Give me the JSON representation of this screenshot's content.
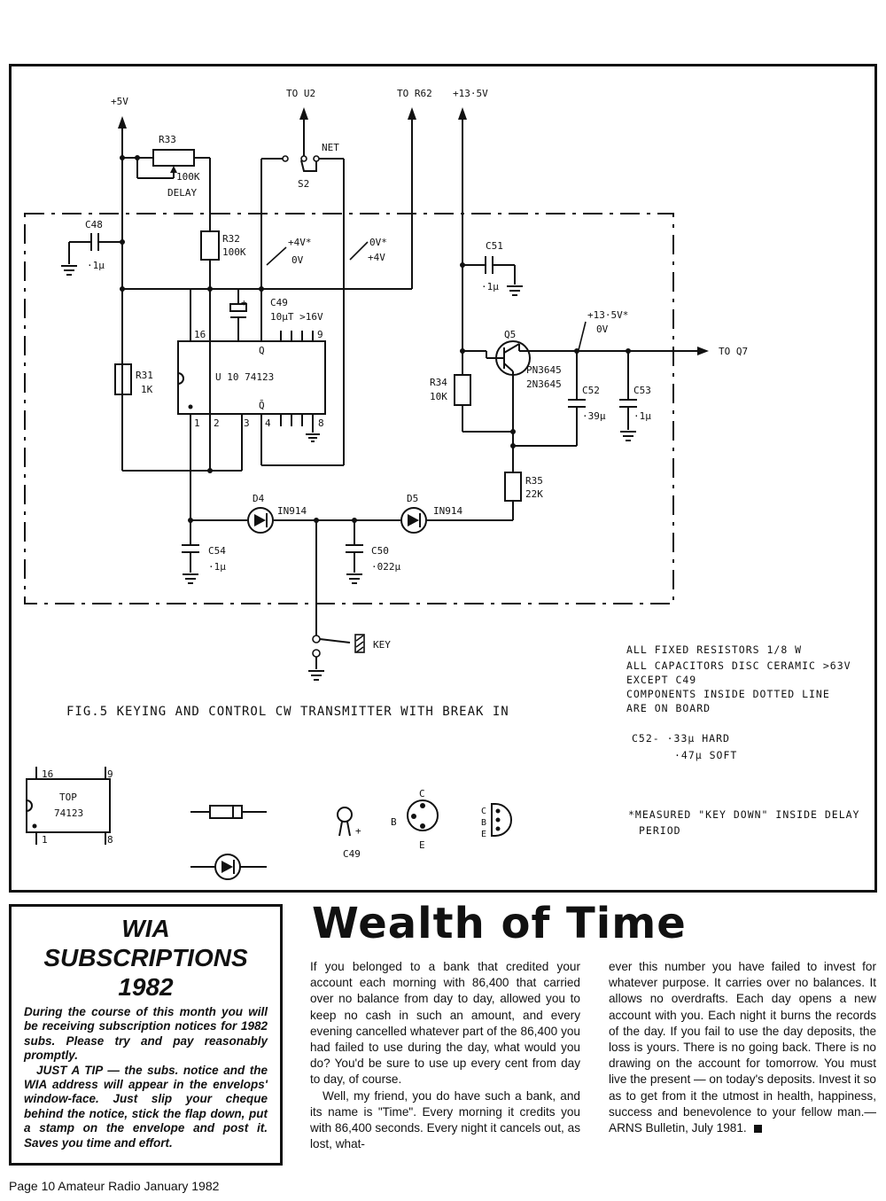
{
  "schematic": {
    "labels": {
      "plus5v": "+5V",
      "to_u2": "TO U2",
      "to_r62": "TO R62",
      "plus135v": "+13·5V",
      "r33": "R33",
      "r33_val": "100K",
      "delay": "DELAY",
      "net": "NET",
      "s2": "S2",
      "c48": "C48",
      "c48_val": "·1µ",
      "r32": "R32",
      "r32_val": "100K",
      "m1a": "+4V*",
      "m1b": "0V",
      "m2a": "0V*",
      "m2b": "+4V",
      "c51": "C51",
      "c51_val": "·1µ",
      "c49": "C49",
      "c49_val": "10µT >16V",
      "pin16": "16",
      "pin9": "9",
      "q": "Q",
      "qbar": "Q̄",
      "u10": "U 10   74123",
      "pin1": "1",
      "pin2": "2",
      "pin3": "3",
      "pin4": "4",
      "pin8": "8",
      "r31": "R31",
      "r31_val": "1K",
      "q5": "Q5",
      "m3a": "+13·5V*",
      "m3b": "0V",
      "to_q7": "TO Q7",
      "pn3645": "PN3645",
      "n2n3645": "2N3645",
      "r34": "R34",
      "r34_val": "10K",
      "c52": "C52",
      "c52_val": "·39µ",
      "c53": "C53",
      "c53_val": "·1µ",
      "r35": "R35",
      "r35_val": "22K",
      "d4": "D4",
      "d4_val": "IN914",
      "d5": "D5",
      "d5_val": "IN914",
      "c54": "C54",
      "c54_val": "·1µ",
      "c50": "C50",
      "c50_val": "·022µ",
      "key": "KEY",
      "top": "TOP",
      "ic74123": "74123",
      "p16": "16",
      "p9": "9",
      "p1": "1",
      "p8": "8",
      "c49_pkg": "C49",
      "pin_c": "C",
      "pin_b": "B",
      "pin_e": "E"
    },
    "caption": "FIG.5   KEYING AND CONTROL  CW TRANSMITTER WITH BREAK IN",
    "notes": [
      "ALL FIXED RESISTORS  1/8 W",
      "ALL CAPACITORS DISC CERAMIC >63V",
      "EXCEPT C49",
      "COMPONENTS INSIDE DOTTED LINE",
      "ARE ON BOARD"
    ],
    "c52_notes": [
      "C52-   ·33µ HARD",
      "·47µ SOFT"
    ],
    "measured_note": [
      "*MEASURED \"KEY DOWN\" INSIDE DELAY",
      "PERIOD"
    ]
  },
  "sidebar": {
    "title": [
      "WIA",
      "SUBSCRIPTIONS",
      "1982"
    ],
    "paragraphs": [
      "During the course of this month you will be receiving subscription notices for 1982 subs. Please try and pay reasonably promptly.",
      "JUST A TIP — the subs. notice and the WIA address will appear in the envelops' window-face. Just slip your cheque behind the notice, stick the flap down, put a stamp on the envelope and post it. Saves you time and effort."
    ]
  },
  "article": {
    "title": "Wealth of Time",
    "col1": [
      "If you belonged to a bank that credited your account each morning with 86,400 that carried over no balance from day to day, allowed you to keep no cash in such an amount, and every evening cancelled whatever part of the 86,400 you had failed to use during the day, what would you do? You'd be sure to use up every cent from day to day, of course.",
      "Well, my friend, you do have such a bank, and its name is \"Time\". Every morning it credits you with 86,400 seconds. Every night it cancels out, as lost, what-"
    ],
    "col2": "ever this number you have failed to invest for whatever purpose. It carries over no balances. It allows no overdrafts. Each day opens a new account with you. Each night it burns the records of the day. If you fail to use the day deposits, the loss is yours. There is no going back. There is no drawing on the account for tomorrow. You must live the present — on today's deposits. Invest it so as to get from it the utmost in health, happiness, success and benevolence to your fellow man.—ARNS Bulletin, July 1981."
  },
  "footer": "Page 10   Amateur Radio   January 1982"
}
